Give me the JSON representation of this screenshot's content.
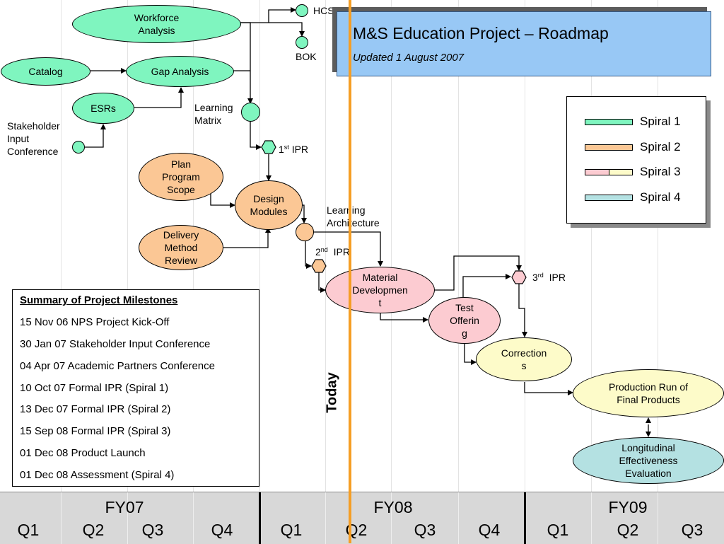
{
  "title": "M&S Education Project – Roadmap",
  "subtitle": "Updated 1 August 2007",
  "nodes": {
    "workforce": "Workforce\nAnalysis",
    "catalog": "Catalog",
    "gap": "Gap Analysis",
    "esrs": "ESRs",
    "plan": "Plan\nProgram\nScope",
    "delivery": "Delivery\nMethod\nReview",
    "design": "Design\nModules",
    "material": "Material\nDevelopmen\nt",
    "test": "Test\nOfferin\ng",
    "corrections": "Correction\ns",
    "production": "Production Run of\nFinal Products",
    "longitudinal": "Longitudinal\nEffectiveness\nEvaluation"
  },
  "labels": {
    "hcs": "HCS",
    "bok": "BOK",
    "stakeholder": "Stakeholder\nInput\nConference",
    "learning_matrix": "Learning\nMatrix",
    "learning_arch": "Learning\nArchitecture"
  },
  "iprs": [
    {
      "num": "1",
      "sup": "st",
      "text": "IPR"
    },
    {
      "num": "2",
      "sup": "nd",
      "text": "IPR"
    },
    {
      "num": "3",
      "sup": "rd",
      "text": "IPR"
    }
  ],
  "legend": [
    {
      "label": "Spiral 1",
      "colors": [
        "#7ff5bf"
      ]
    },
    {
      "label": "Spiral 2",
      "colors": [
        "#fbc795"
      ]
    },
    {
      "label": "Spiral 3",
      "colors": [
        "#fccbd1",
        "#fdfbc9"
      ]
    },
    {
      "label": "Spiral 4",
      "colors": [
        "#b4e1e2"
      ]
    }
  ],
  "summary": {
    "heading": "Summary of Project Milestones",
    "items": [
      "15 Nov 06 NPS Project Kick-Off",
      "30 Jan 07 Stakeholder Input Conference",
      "04 Apr 07 Academic Partners Conference",
      "10 Oct 07 Formal IPR (Spiral 1)",
      "13 Dec 07 Formal IPR (Spiral 2)",
      "15 Sep 08 Formal IPR (Spiral 3)",
      "01 Dec 08 Product Launch",
      "01 Dec 08 Assessment (Spiral 4)"
    ]
  },
  "today": "Today",
  "timeline": {
    "fiscal_years": [
      "FY07",
      "FY08",
      "FY09"
    ],
    "quarters": [
      "Q1",
      "Q2",
      "Q3",
      "Q4",
      "Q1",
      "Q2",
      "Q3",
      "Q4",
      "Q1",
      "Q2",
      "Q3"
    ]
  },
  "colors": {
    "spiral1": "#7ff5bf",
    "spiral2": "#fbc795",
    "spiral3_a": "#fccbd1",
    "spiral3_b": "#fdfbc9",
    "spiral4": "#b4e1e2",
    "title_box": "#98c8f5",
    "today_line": "#f59e25",
    "timeline_bg": "#d8d8d8"
  }
}
